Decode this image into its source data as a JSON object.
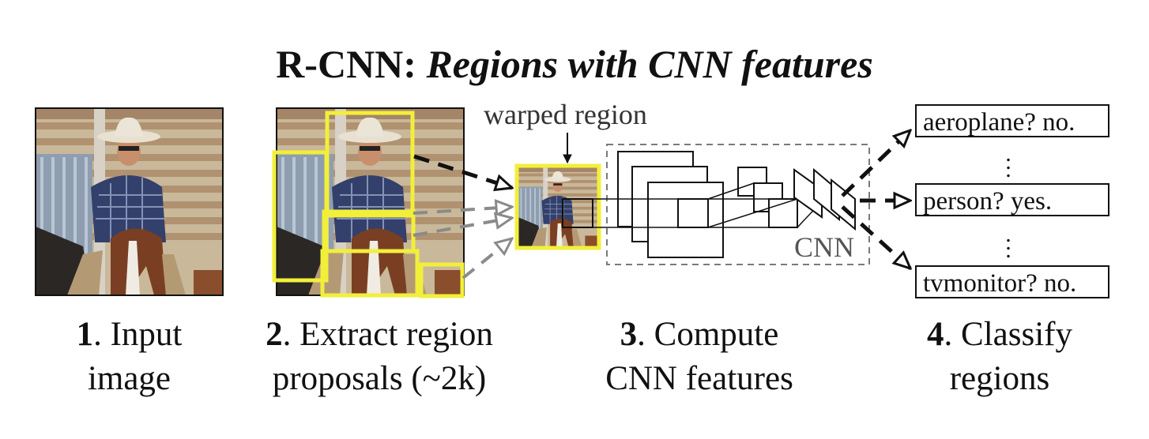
{
  "title": {
    "prefix": "R-CNN: ",
    "italic": "Regions with CNN features"
  },
  "labels": {
    "warped_region": "warped region",
    "cnn": "CNN"
  },
  "steps": [
    {
      "num": "1",
      "line1": ". Input",
      "line2": "image"
    },
    {
      "num": "2",
      "line1": ". Extract region",
      "line2": "proposals (~2k)"
    },
    {
      "num": "3",
      "line1": ". Compute",
      "line2": "CNN features"
    },
    {
      "num": "4",
      "line1": ". Classify",
      "line2": "regions"
    }
  ],
  "classifications": [
    {
      "text": "aeroplane? no."
    },
    {
      "text": "person? yes."
    },
    {
      "text": "tvmonitor? no."
    }
  ],
  "colors": {
    "proposal_box": "#f2ef3a",
    "arrow_black": "#111111",
    "arrow_gray": "#8a8a8a",
    "cnn_border": "#7a7a7a"
  },
  "icons": {
    "input_photo": "cowboy-on-horse-photo"
  }
}
